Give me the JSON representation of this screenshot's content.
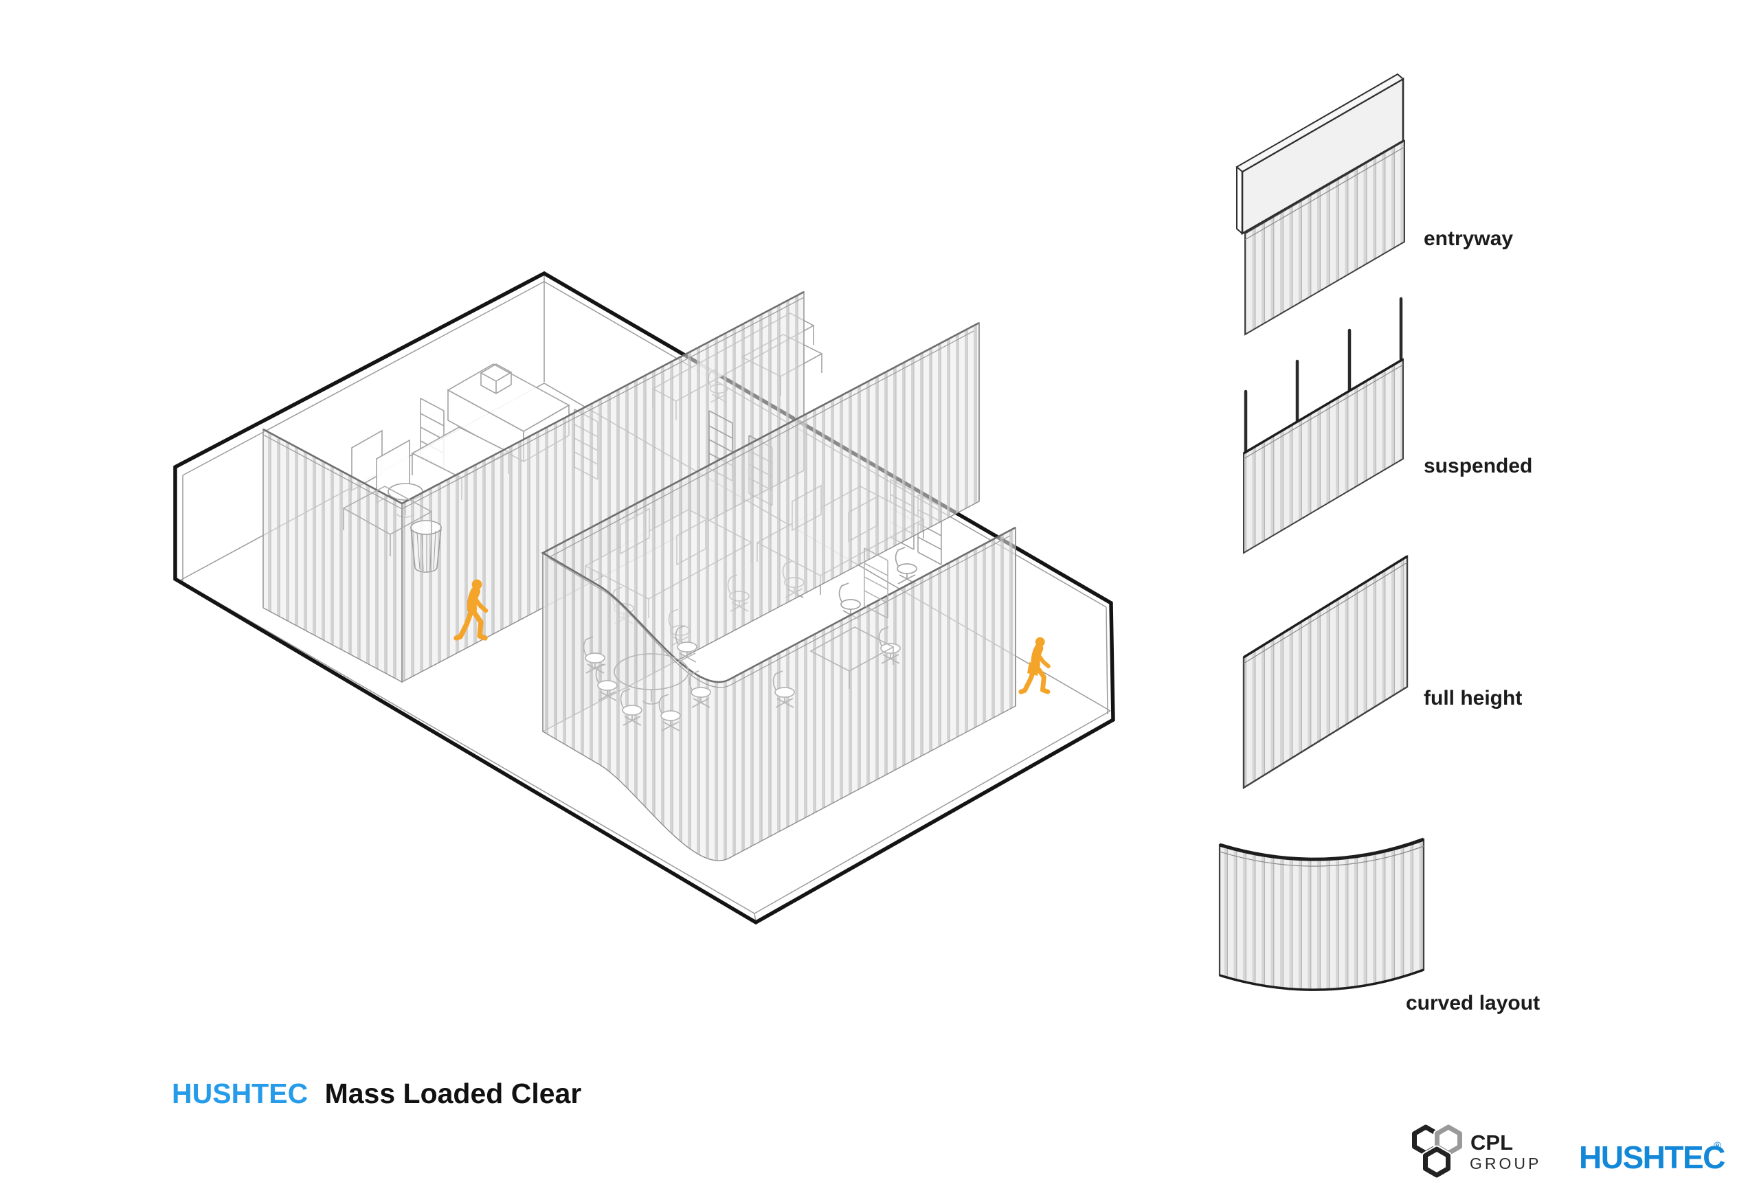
{
  "title": {
    "brand": "HUSHTEC",
    "product": "Mass Loaded Clear"
  },
  "wall_types": [
    {
      "label": "entryway"
    },
    {
      "label": "suspended"
    },
    {
      "label": "full height"
    },
    {
      "label": "curved layout"
    }
  ],
  "logos": {
    "cpl_name": "CPL",
    "cpl_sub": "GROUP",
    "hushtec": "HUSHTEC",
    "registered": "®"
  },
  "colors": {
    "accent_orange": "#F4A428",
    "title_blue": "#259BEA",
    "logo_blue": "#1488D8",
    "outline_dark": "#141414",
    "line_gray": "#9B9B9B",
    "furniture_gray": "#A3A3A3",
    "curtain_fill": "#EBEBEB",
    "curtain_stripe": "#C9C9C9",
    "cpl_dark": "#222222",
    "cpl_gray": "#9A9A9A"
  }
}
